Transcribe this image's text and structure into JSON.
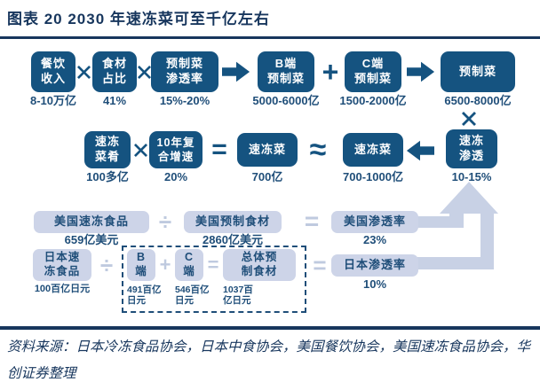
{
  "title": "图表 20  2030 年速冻菜可至千亿左右",
  "source": "资料来源：日本冷冻食品协会，日本中食协会，美国餐饮协会，美国速冻食品协会，华创证券整理",
  "colors": {
    "dark_box": "#155380",
    "light_box": "#CDD4E8",
    "title_navy": "#17365D",
    "value_text": "#1F4E79",
    "light_graphic": "#C8D1E5"
  },
  "symbols": {
    "plus": "+",
    "equals": "=",
    "approx": "≈",
    "divide": "÷"
  },
  "row1": {
    "n1": {
      "label": "餐饮\n收入",
      "value": "8-10万亿"
    },
    "n2": {
      "label": "食材\n占比",
      "value": "41%"
    },
    "n3": {
      "label": "预制菜\n渗透率",
      "value": "15%-20%"
    },
    "n4": {
      "label": "B端\n预制菜",
      "value": "5000-6000亿"
    },
    "n5": {
      "label": "C端\n预制菜",
      "value": "1500-2000亿"
    },
    "n6": {
      "label": "预制菜",
      "value": "6500-8000亿"
    }
  },
  "row2": {
    "n1": {
      "label": "速冻\n菜肴",
      "value": "100多亿"
    },
    "n2": {
      "label": "10年复\n合增速",
      "value": "20%"
    },
    "n3": {
      "label": "速冻菜",
      "value": "700亿"
    },
    "n4": {
      "label": "速冻菜",
      "value": "700-1000亿"
    },
    "n5": {
      "label": "速冻\n渗透",
      "value": "10-15%"
    }
  },
  "row3": {
    "n1": {
      "label": "美国速冻食品",
      "value": "659亿美元"
    },
    "n2": {
      "label": "美国预制食材",
      "value": "2860亿美元"
    },
    "n3": {
      "label": "美国渗透率",
      "value": "23%"
    }
  },
  "row4": {
    "n1": {
      "label": "日本速\n冻食品",
      "value": "100百亿日元"
    },
    "n2": {
      "label": "B\n端",
      "value": "491百亿\n日元"
    },
    "n3": {
      "label": "C\n端",
      "value": "546百亿\n日元"
    },
    "n4": {
      "label": "总体预\n制食材",
      "value": "1037百\n亿日元"
    },
    "n5": {
      "label": "日本渗透率",
      "value": "10%"
    }
  }
}
